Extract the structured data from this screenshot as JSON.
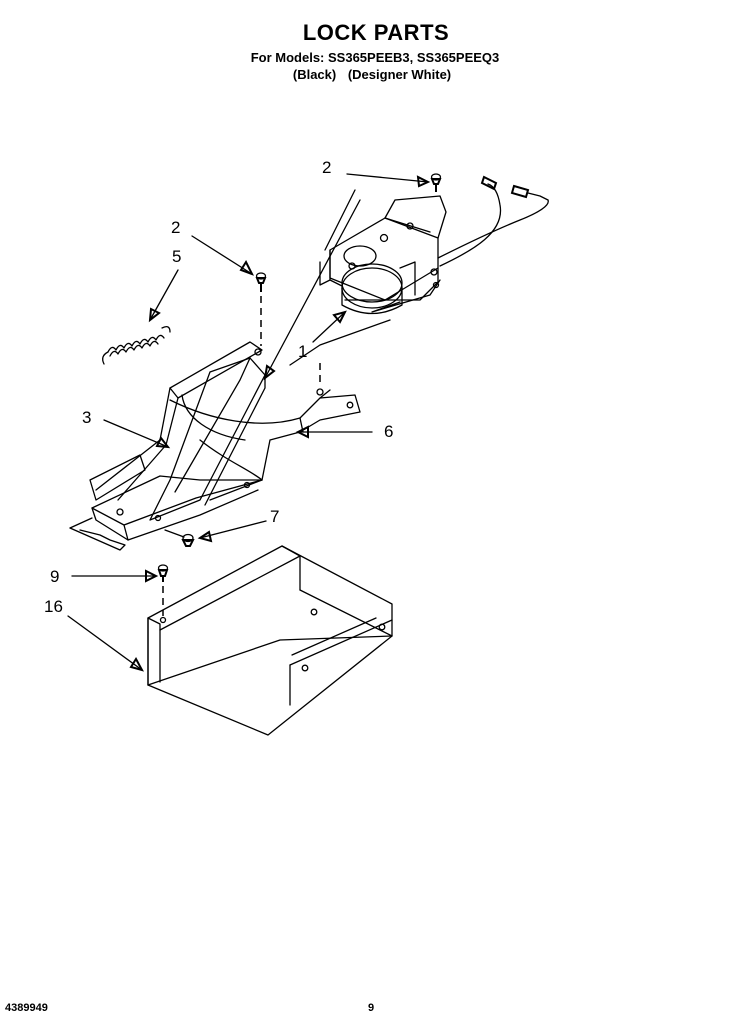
{
  "header": {
    "title": "LOCK PARTS",
    "models_line": "For Models: SS365PEEB3, SS365PEEQ3",
    "variant_black": "(Black)",
    "variant_white": "(Designer White)"
  },
  "callouts": [
    {
      "id": "c2a",
      "label": "2"
    },
    {
      "id": "c2b",
      "label": "2"
    },
    {
      "id": "c5",
      "label": "5"
    },
    {
      "id": "c1",
      "label": "1"
    },
    {
      "id": "c3",
      "label": "3"
    },
    {
      "id": "c6",
      "label": "6"
    },
    {
      "id": "c7",
      "label": "7"
    },
    {
      "id": "c9",
      "label": "9"
    },
    {
      "id": "c16",
      "label": "16"
    }
  ],
  "footer": {
    "doc_number": "4389949",
    "page_number": "9"
  }
}
